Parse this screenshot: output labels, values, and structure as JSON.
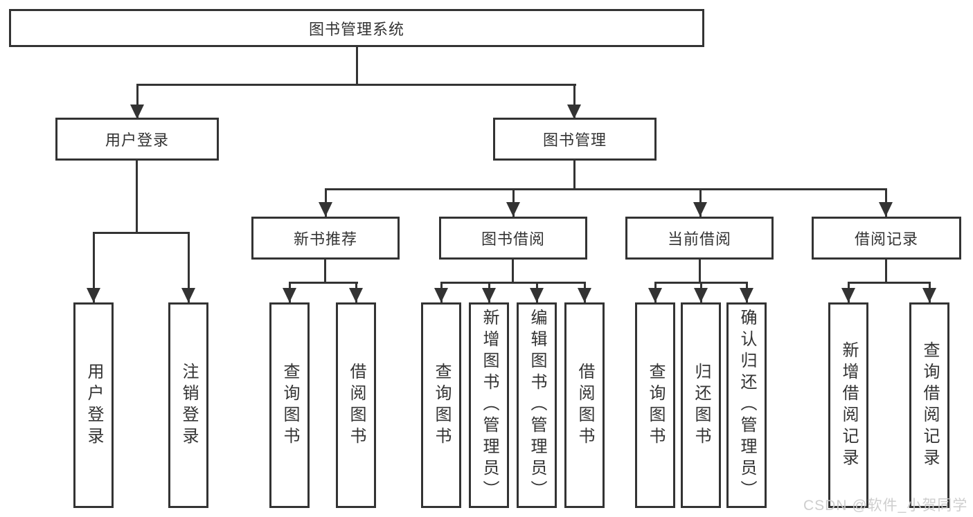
{
  "diagram": {
    "type": "hierarchy-tree",
    "root": {
      "label": "图书管理系统"
    },
    "level2": [
      {
        "label": "用户登录"
      },
      {
        "label": "图书管理"
      }
    ],
    "level3": [
      {
        "label": "新书推荐",
        "parent": "图书管理"
      },
      {
        "label": "图书借阅",
        "parent": "图书管理"
      },
      {
        "label": "当前借阅",
        "parent": "图书管理"
      },
      {
        "label": "借阅记录",
        "parent": "图书管理"
      }
    ],
    "groups": [
      {
        "parent": "用户登录",
        "leaves": [
          "用户登录",
          "注销登录"
        ]
      },
      {
        "parent": "新书推荐",
        "leaves": [
          "查询图书",
          "借阅图书"
        ]
      },
      {
        "parent": "图书借阅",
        "leaves": [
          "查询图书",
          "新增图书（管理员）",
          "编辑图书（管理员）",
          "借阅图书"
        ]
      },
      {
        "parent": "当前借阅",
        "leaves": [
          "查询图书",
          "归还图书",
          "确认归还（管理员）"
        ]
      },
      {
        "parent": "借阅记录",
        "leaves": [
          "新增借阅记录",
          "查询借阅记录"
        ]
      }
    ],
    "watermark": {
      "text": "CSDN @软件_小贺同学",
      "color": "#cccccc"
    },
    "colors": {
      "line": "#333333",
      "box_border": "#333333",
      "text": "#333333",
      "background": "#ffffff"
    }
  }
}
